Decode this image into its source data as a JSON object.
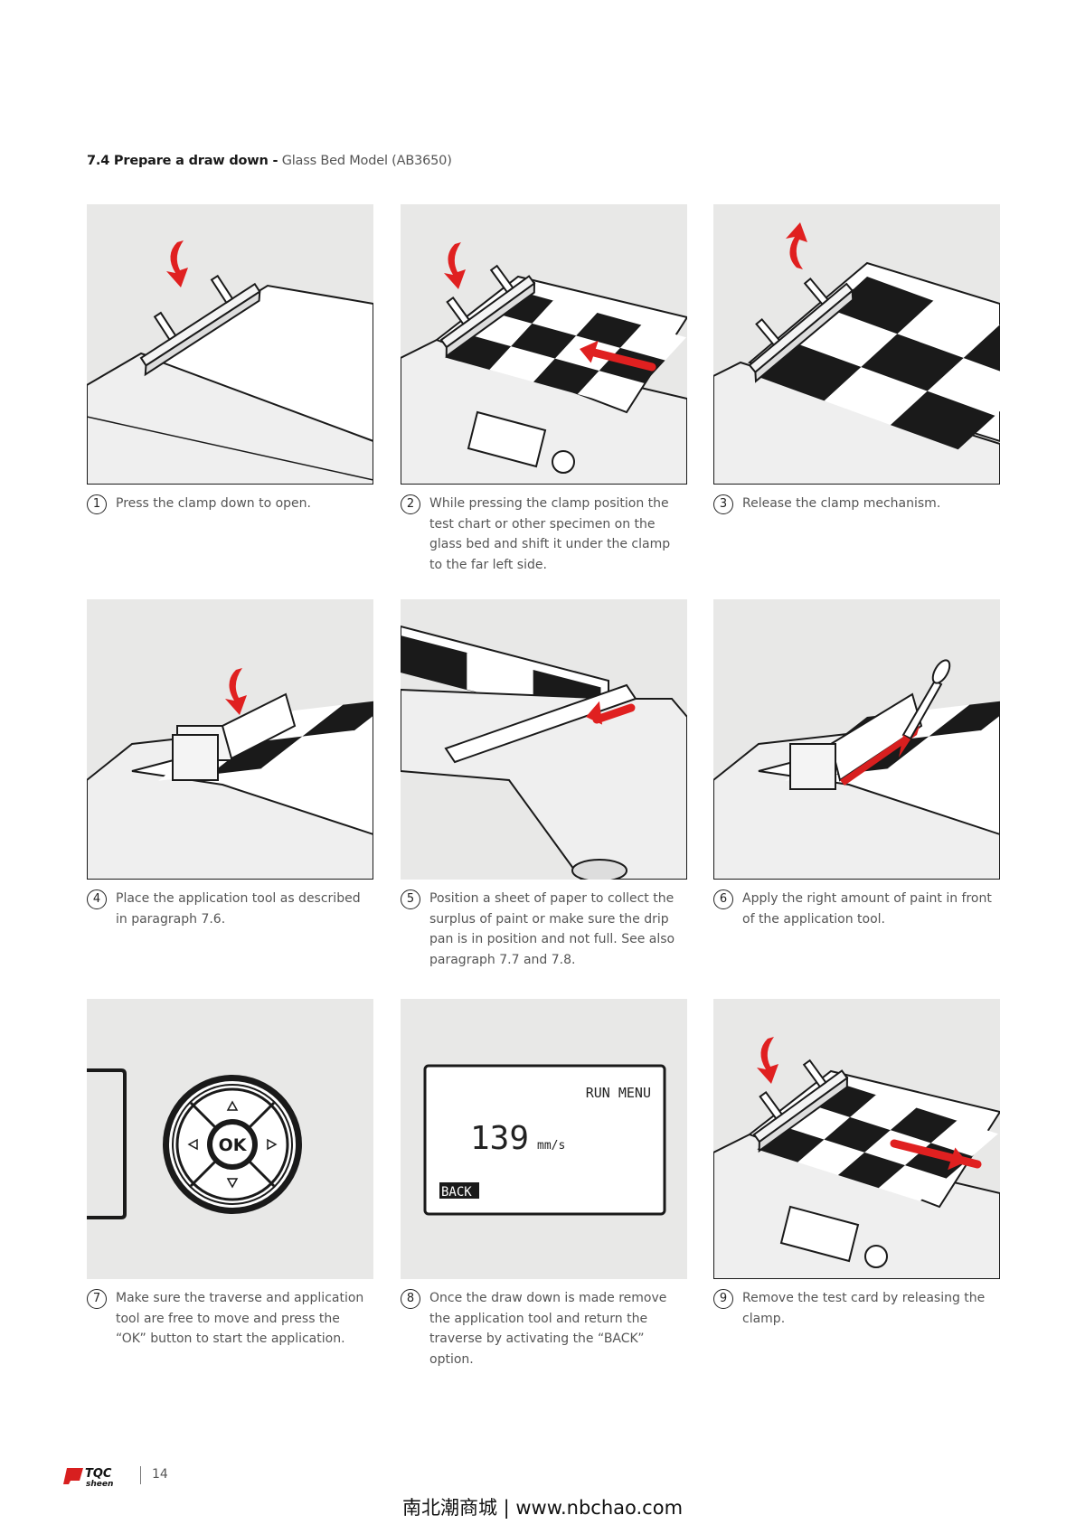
{
  "heading": {
    "bold": "7.4 Prepare a draw down -",
    "normal": "Glass Bed Model (AB3650)"
  },
  "steps": [
    {
      "number": "1",
      "text": "Press the clamp down to open."
    },
    {
      "number": "2",
      "text": "While pressing the clamp position the test chart or other specimen on the glass bed and shift it under the clamp to the far left side."
    },
    {
      "number": "3",
      "text": "Release the clamp mechanism."
    },
    {
      "number": "4",
      "text": "Place the application tool as described in paragraph 7.6."
    },
    {
      "number": "5",
      "text": "Position a sheet of paper to collect the surplus of paint or make sure the drip pan is in position and not full. See also paragraph 7.7 and 7.8."
    },
    {
      "number": "6",
      "text": "Apply the right amount of paint in front of the application tool."
    },
    {
      "number": "7",
      "text": "Make sure the traverse and application tool are free to move and press the “OK” button to start the application."
    },
    {
      "number": "8",
      "text": "Once the draw down is made remove the application tool and return the traverse by activating the “BACK” option."
    },
    {
      "number": "9",
      "text": "Remove the test card by releasing the clamp."
    }
  ],
  "keypad": {
    "ok_label": "OK"
  },
  "lcd": {
    "title": "RUN MENU",
    "speed": "139",
    "unit": "mm/s",
    "back": "BACK"
  },
  "footer": {
    "logo_text": "TQC sheen",
    "page_number": "14",
    "watermark": "南北潮商城 | www.nbchao.com"
  },
  "colors": {
    "arrow": "#e02020",
    "panel_bg": "#e8e8e7",
    "paint": "#d81f1f"
  }
}
